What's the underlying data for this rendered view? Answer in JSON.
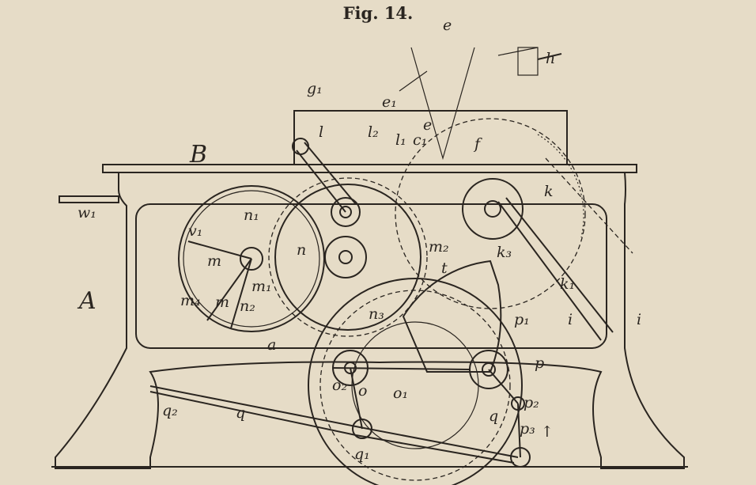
{
  "figure": {
    "title": "Fig. 14.",
    "labels": [
      "e",
      "h",
      "g₁",
      "e₁",
      "e",
      "c₁",
      "f",
      "l",
      "l₂",
      "l₁",
      "B",
      "k",
      "w₁",
      "n₁",
      "v₁",
      "m",
      "n",
      "m₂",
      "t",
      "k₃",
      "k₁",
      "i",
      "i",
      "A",
      "m₁",
      "m₄",
      "m",
      "n₂",
      "n₃",
      "a",
      "p₁",
      "p",
      "o₂",
      "o",
      "o₁",
      "p₂",
      "p₃",
      "↑",
      "q₂",
      "q",
      "q₁",
      "q"
    ]
  }
}
